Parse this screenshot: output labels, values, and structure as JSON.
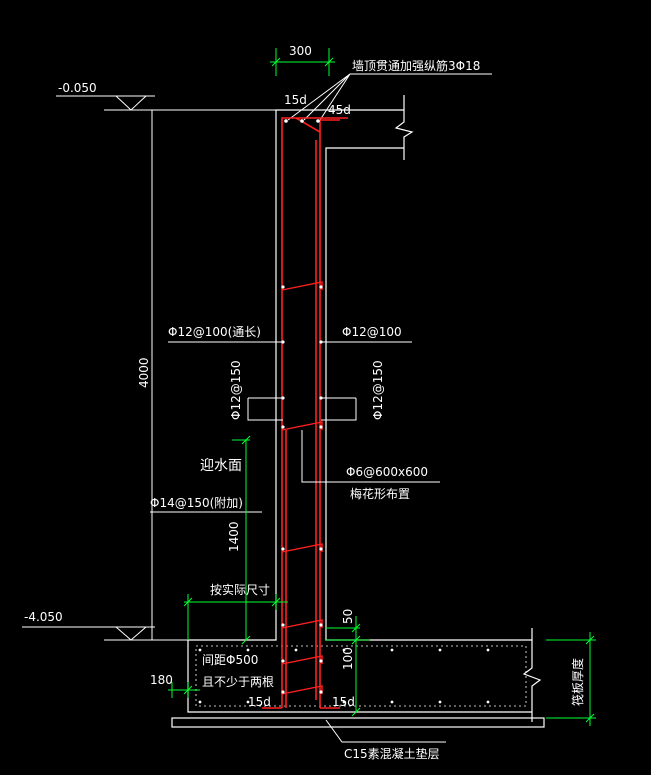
{
  "colors": {
    "background": "#000000",
    "outline": "#ffffff",
    "rebar": "#ff2020",
    "dimension": "#00ff33",
    "text": "#ffffff"
  },
  "labels": {
    "top_width": "300",
    "top_rebar_note": "墙顶贯通加强纵筋3Φ18",
    "anchor_15d_top": "15d",
    "anchor_45d_top": "45d",
    "level_top": "-0.050",
    "level_bottom": "-4.050",
    "height_total": "4000",
    "left_horiz": "Φ12@100(通长)",
    "right_horiz": "Φ12@100",
    "left_vert": "Φ12@150",
    "right_vert": "Φ12@150",
    "water_face": "迎水面",
    "tie": "Φ6@600x600",
    "tie_note": "梅花形布置",
    "added_bar": "Φ14@150(附加)",
    "added_len": "1400",
    "actual_size": "按实际尺寸",
    "dim_50": "50",
    "dim_100": "100",
    "dim_180": "180",
    "spacing_note_1": "间距Φ500",
    "spacing_note_2": "且不少于两根",
    "anchor_15d_left": "15d",
    "anchor_15d_right": "15d",
    "slab_thickness": "筏板厚度",
    "cushion": "C15素混凝土垫层"
  }
}
